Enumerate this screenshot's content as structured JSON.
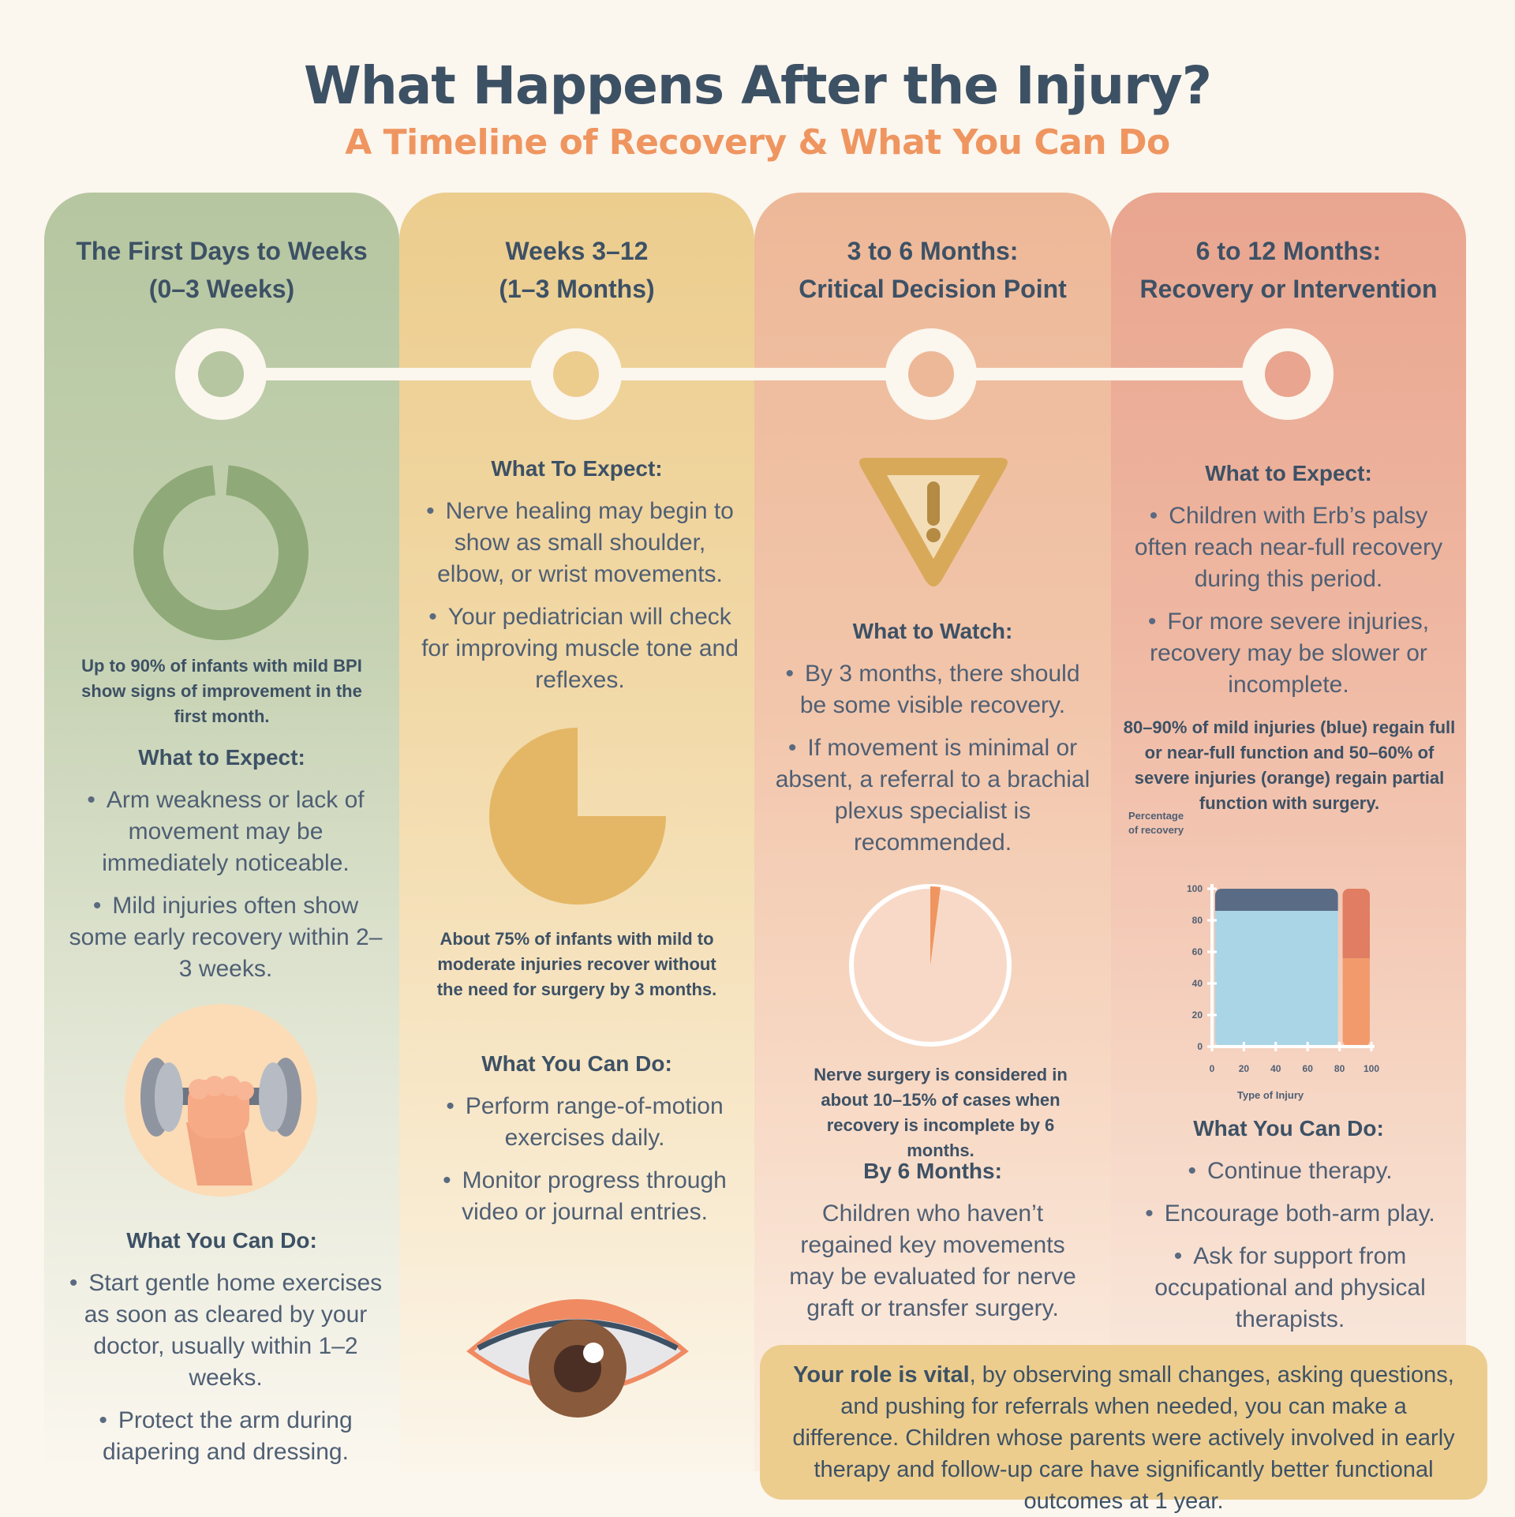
{
  "title": "What Happens After the Injury?",
  "subtitle": "A Timeline of Recovery & What You Can Do",
  "colors": {
    "green": "#b5c6a0",
    "yellow": "#eccd8e",
    "peach": "#edb898",
    "salmon": "#e9a58f",
    "navy": "#3d5165",
    "orange": "#ef9560",
    "light_blue": "#a9d5e6"
  },
  "columns": [
    {
      "head_line1": "The First Days to Weeks",
      "head_line2": "(0–3 Weeks)",
      "stat": "Up to 90% of infants with mild BPI show signs of improvement in the first month.",
      "stat_donut_percent": 97,
      "expect_heading": "What to Expect:",
      "expect": [
        "Arm weakness or lack of movement may be immediately noticeable.",
        "Mild injuries often show some early recovery within 2–3 weeks."
      ],
      "icon": "dumbbell-hand-icon",
      "do_heading": "What You Can Do:",
      "do": [
        "Start gentle home exercises as soon as cleared by your doctor, usually within 1–2 weeks.",
        "Protect the arm during diapering and dressing."
      ]
    },
    {
      "head_line1": "Weeks 3–12",
      "head_line2": "(1–3 Months)",
      "expect_heading": "What To Expect:",
      "expect": [
        "Nerve healing may begin to show as small shoulder, elbow, or wrist movements.",
        "Your pediatrician will check for improving muscle tone and reflexes."
      ],
      "stat": "About 75% of infants with mild to moderate injuries recover without the need for surgery by 3 months.",
      "stat_pie_percent": 75,
      "do_heading": "What You Can Do:",
      "do": [
        "Perform range-of-motion exercises daily.",
        "Monitor progress through video or journal entries."
      ],
      "icon": "eye-icon"
    },
    {
      "head_line1": "3 to 6 Months:",
      "head_line2": "Critical Decision Point",
      "icon": "warning-icon",
      "watch_heading": "What to Watch:",
      "watch": [
        "By 3 months, there should be some visible recovery.",
        "If movement is minimal or absent, a referral to a brachial plexus specialist is recommended."
      ],
      "stat": "Nerve surgery is considered in about 10–15% of cases when recovery is incomplete by 6 months.",
      "stat_pie_percent": 3,
      "by6_heading": "By 6 Months:",
      "by6": "Children who haven’t regained key movements may be evaluated for nerve graft or transfer surgery."
    },
    {
      "head_line1": "6 to 12 Months:",
      "head_line2": "Recovery or Intervention",
      "expect_heading": "What to Expect:",
      "expect": [
        "Children with Erb’s palsy often reach near-full recovery during this period.",
        "For more severe injuries, recovery may be slower or incomplete."
      ],
      "stat": "80–90% of mild injuries (blue) regain full or near-full function and 50–60% of severe injuries (orange) regain partial function with surgery.",
      "do_heading": "What You Can Do:",
      "do": [
        "Continue therapy.",
        "Encourage both-arm play.",
        "Ask for support from occupational and physical therapists."
      ]
    }
  ],
  "chart_data": {
    "type": "bar",
    "ylabel_line1": "Percentage",
    "ylabel_line2": "of recovery",
    "xlabel": "Type of Injury",
    "xlim": [
      0,
      100
    ],
    "ylim": [
      0,
      100
    ],
    "x_ticks": [
      0,
      20,
      40,
      60,
      80,
      100
    ],
    "y_ticks": [
      0,
      20,
      40,
      60,
      80,
      100
    ],
    "series": [
      {
        "x_range": [
          0,
          80
        ],
        "low": 86,
        "high": 100,
        "color": "#a9d5e6",
        "top_color": "#5a6b85"
      },
      {
        "x_range": [
          80,
          100
        ],
        "low": 56,
        "high": 100,
        "color": "#f29a6c",
        "top_color": "#e07d62"
      }
    ]
  },
  "callout": {
    "bold": "Your role is vital",
    "rest": ", by observing small changes, asking questions, and pushing for referrals when needed, you can make a difference. Children whose parents were actively involved in early therapy and follow-up care have significantly better functional outcomes at 1 year."
  }
}
